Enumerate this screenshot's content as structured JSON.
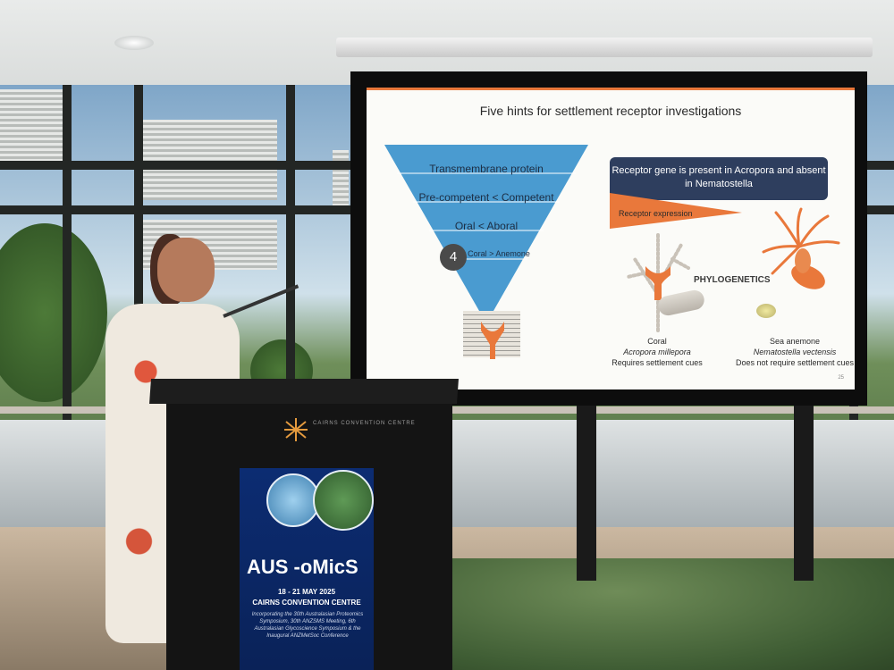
{
  "slide": {
    "title": "Five hints for settlement receptor investigations",
    "hints": [
      "Transmembrane protein",
      "Pre-competent < Competent",
      "Oral < Aboral",
      "Coral > Anemone"
    ],
    "highlighted_hint_number": "4",
    "gene_box": "Receptor gene is present in Acropora and absent in Nematostella",
    "expression_label": "Receptor expression",
    "phylogenetics_label": "PHYLOGENETICS",
    "coral": {
      "common": "Coral",
      "species": "Acropora millepora",
      "note": "Requires settlement cues"
    },
    "anemone": {
      "common": "Sea anemone",
      "species": "Nematostella vectensis",
      "note": "Does not require settlement cues"
    },
    "slide_number": "25"
  },
  "podium": {
    "logo_text": "CAIRNS CONVENTION CENTRE",
    "banner_title": "AUS -oMicS",
    "banner_dates": "18 - 21 MAY 2025",
    "banner_venue": "CAIRNS CONVENTION CENTRE",
    "banner_info": "Incorporating the 30th Australasian Proteomics Symposium, 30th ANZSMS Meeting, 6th Australasian Glycoscience Symposium & the Inaugural ANZMetSoc Conference"
  },
  "colors": {
    "slide_accent": "#e9783b",
    "gene_box": "#2e3e5e",
    "triangle": "#4a9bd0",
    "banner": "#0c2c72"
  }
}
